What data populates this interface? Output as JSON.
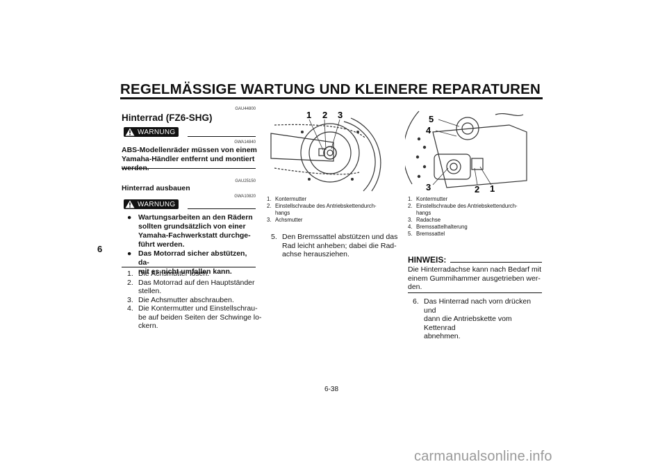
{
  "header": {
    "title": "REGELMÄSSIGE WARTUNG UND KLEINERE REPARATUREN"
  },
  "chapter": {
    "number": "6"
  },
  "left": {
    "code1": "GAU44800",
    "heading": "Hinterrad (FZ6-SHG)",
    "warning1": {
      "label": "WARNUNG",
      "code": "GWA14840",
      "text": [
        "ABS-Modellenräder müssen von einem",
        "Yamaha-Händler entfernt und montiert",
        "werden."
      ]
    },
    "code2": "GAU25150",
    "subheading": "Hinterrad ausbauen",
    "warning2": {
      "label": "WARNUNG",
      "code": "GWA10820",
      "bullets": [
        [
          "Wartungsarbeiten an den Rädern",
          "sollten grundsätzlich von einer",
          "Yamaha-Fachwerkstatt durchge-",
          "führt werden."
        ],
        [
          "Das Motorrad sicher abstützen, da-",
          "mit es nicht umfallen kann."
        ]
      ]
    },
    "steps": [
      {
        "n": "1.",
        "lines": [
          "Die Achsmutter lösen."
        ]
      },
      {
        "n": "2.",
        "lines": [
          "Das Motorrad auf den Hauptständer",
          "stellen."
        ]
      },
      {
        "n": "3.",
        "lines": [
          "Die Achsmutter abschrauben."
        ]
      },
      {
        "n": "4.",
        "lines": [
          "Die Kontermutter und Einstellschrau-",
          "be auf beiden Seiten der Schwinge lo-",
          "ckern."
        ]
      }
    ]
  },
  "middle": {
    "figure": {
      "callouts": [
        "1",
        "2",
        "3"
      ]
    },
    "captions": [
      {
        "n": "1.",
        "lines": [
          "Kontermutter"
        ]
      },
      {
        "n": "2.",
        "lines": [
          "Einstellschraube des Antriebskettendurch-",
          "hangs"
        ]
      },
      {
        "n": "3.",
        "lines": [
          "Achsmutter"
        ]
      }
    ],
    "step5": {
      "n": "5.",
      "lines": [
        "Den Bremssattel abstützen und das",
        "Rad leicht anheben; dabei die Rad-",
        "achse herausziehen."
      ]
    }
  },
  "right": {
    "figure": {
      "callouts": [
        "5",
        "4",
        "3",
        "2",
        "1"
      ]
    },
    "captions": [
      {
        "n": "1.",
        "lines": [
          "Kontermutter"
        ]
      },
      {
        "n": "2.",
        "lines": [
          "Einstellschraube des Antriebskettendurch-",
          "hangs"
        ]
      },
      {
        "n": "3.",
        "lines": [
          "Radachse"
        ]
      },
      {
        "n": "4.",
        "lines": [
          "Bremssattelhalterung"
        ]
      },
      {
        "n": "5.",
        "lines": [
          "Bremssattel"
        ]
      }
    ],
    "note": {
      "label": "HINWEIS:",
      "lines": [
        "Die Hinterradachse kann nach Bedarf mit",
        "einem Gummihammer ausgetrieben wer-",
        "den."
      ]
    },
    "step6": {
      "n": "6.",
      "lines": [
        "Das Hinterrad nach vorn drücken und",
        "dann die Antriebskette vom Kettenrad",
        "abnehmen."
      ]
    }
  },
  "footer": {
    "page": "6-38",
    "watermark": "carmanualsonline.info"
  }
}
